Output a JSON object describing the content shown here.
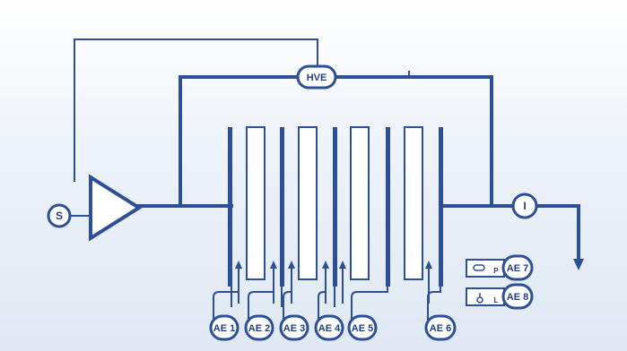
{
  "diagram": {
    "labels": {
      "hve": "HVE",
      "s": "S",
      "i": "I",
      "ae1": "AE 1",
      "ae2": "AE 2",
      "ae3": "AE 3",
      "ae4": "AE 4",
      "ae5": "AE 5",
      "ae6": "AE 6",
      "ae7": "AE 7",
      "ae8": "AE 8",
      "p": "P",
      "l": "L"
    },
    "colors": {
      "line": "#2c4f98",
      "background": "#e8eef6"
    }
  }
}
